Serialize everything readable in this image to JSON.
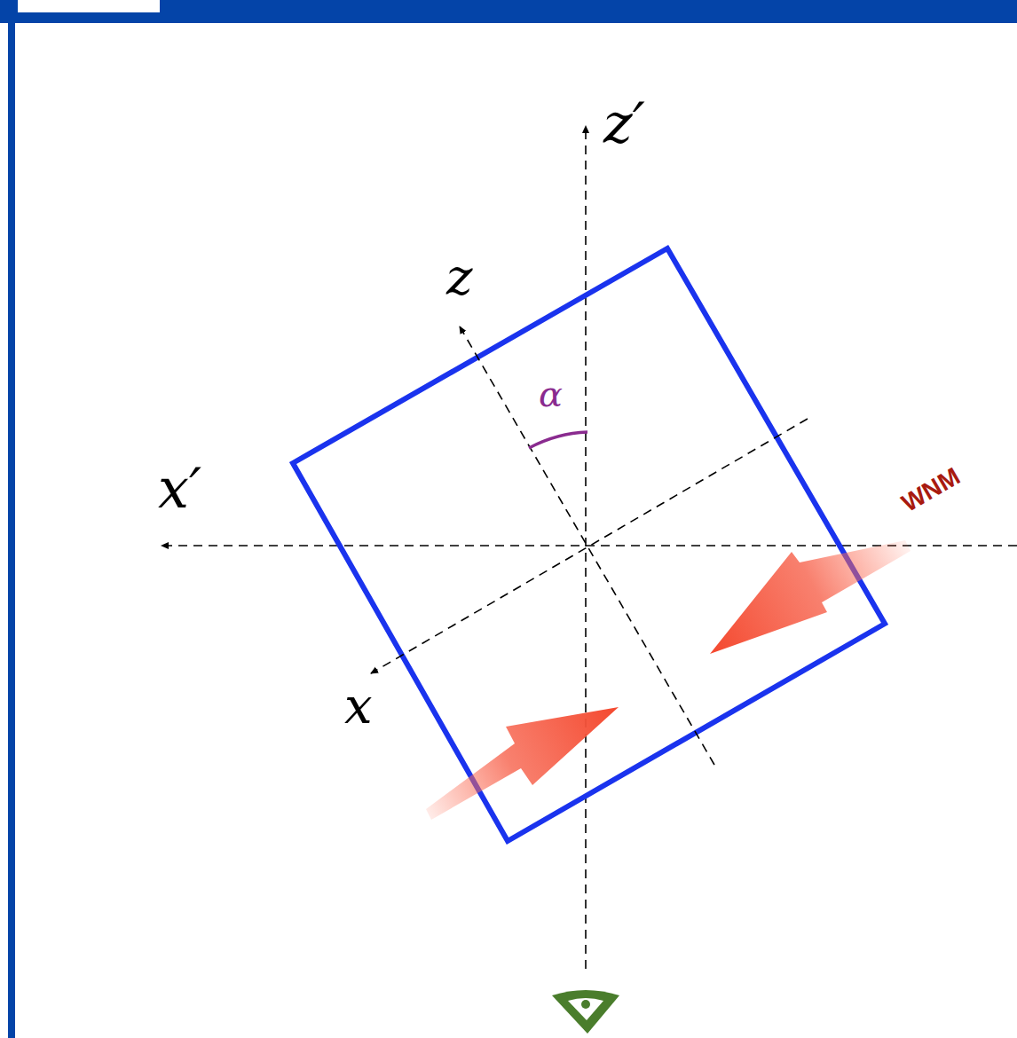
{
  "diagram": {
    "labels": [
      "z′",
      "z",
      "α",
      "x′",
      "x",
      "WNM"
    ]
  }
}
